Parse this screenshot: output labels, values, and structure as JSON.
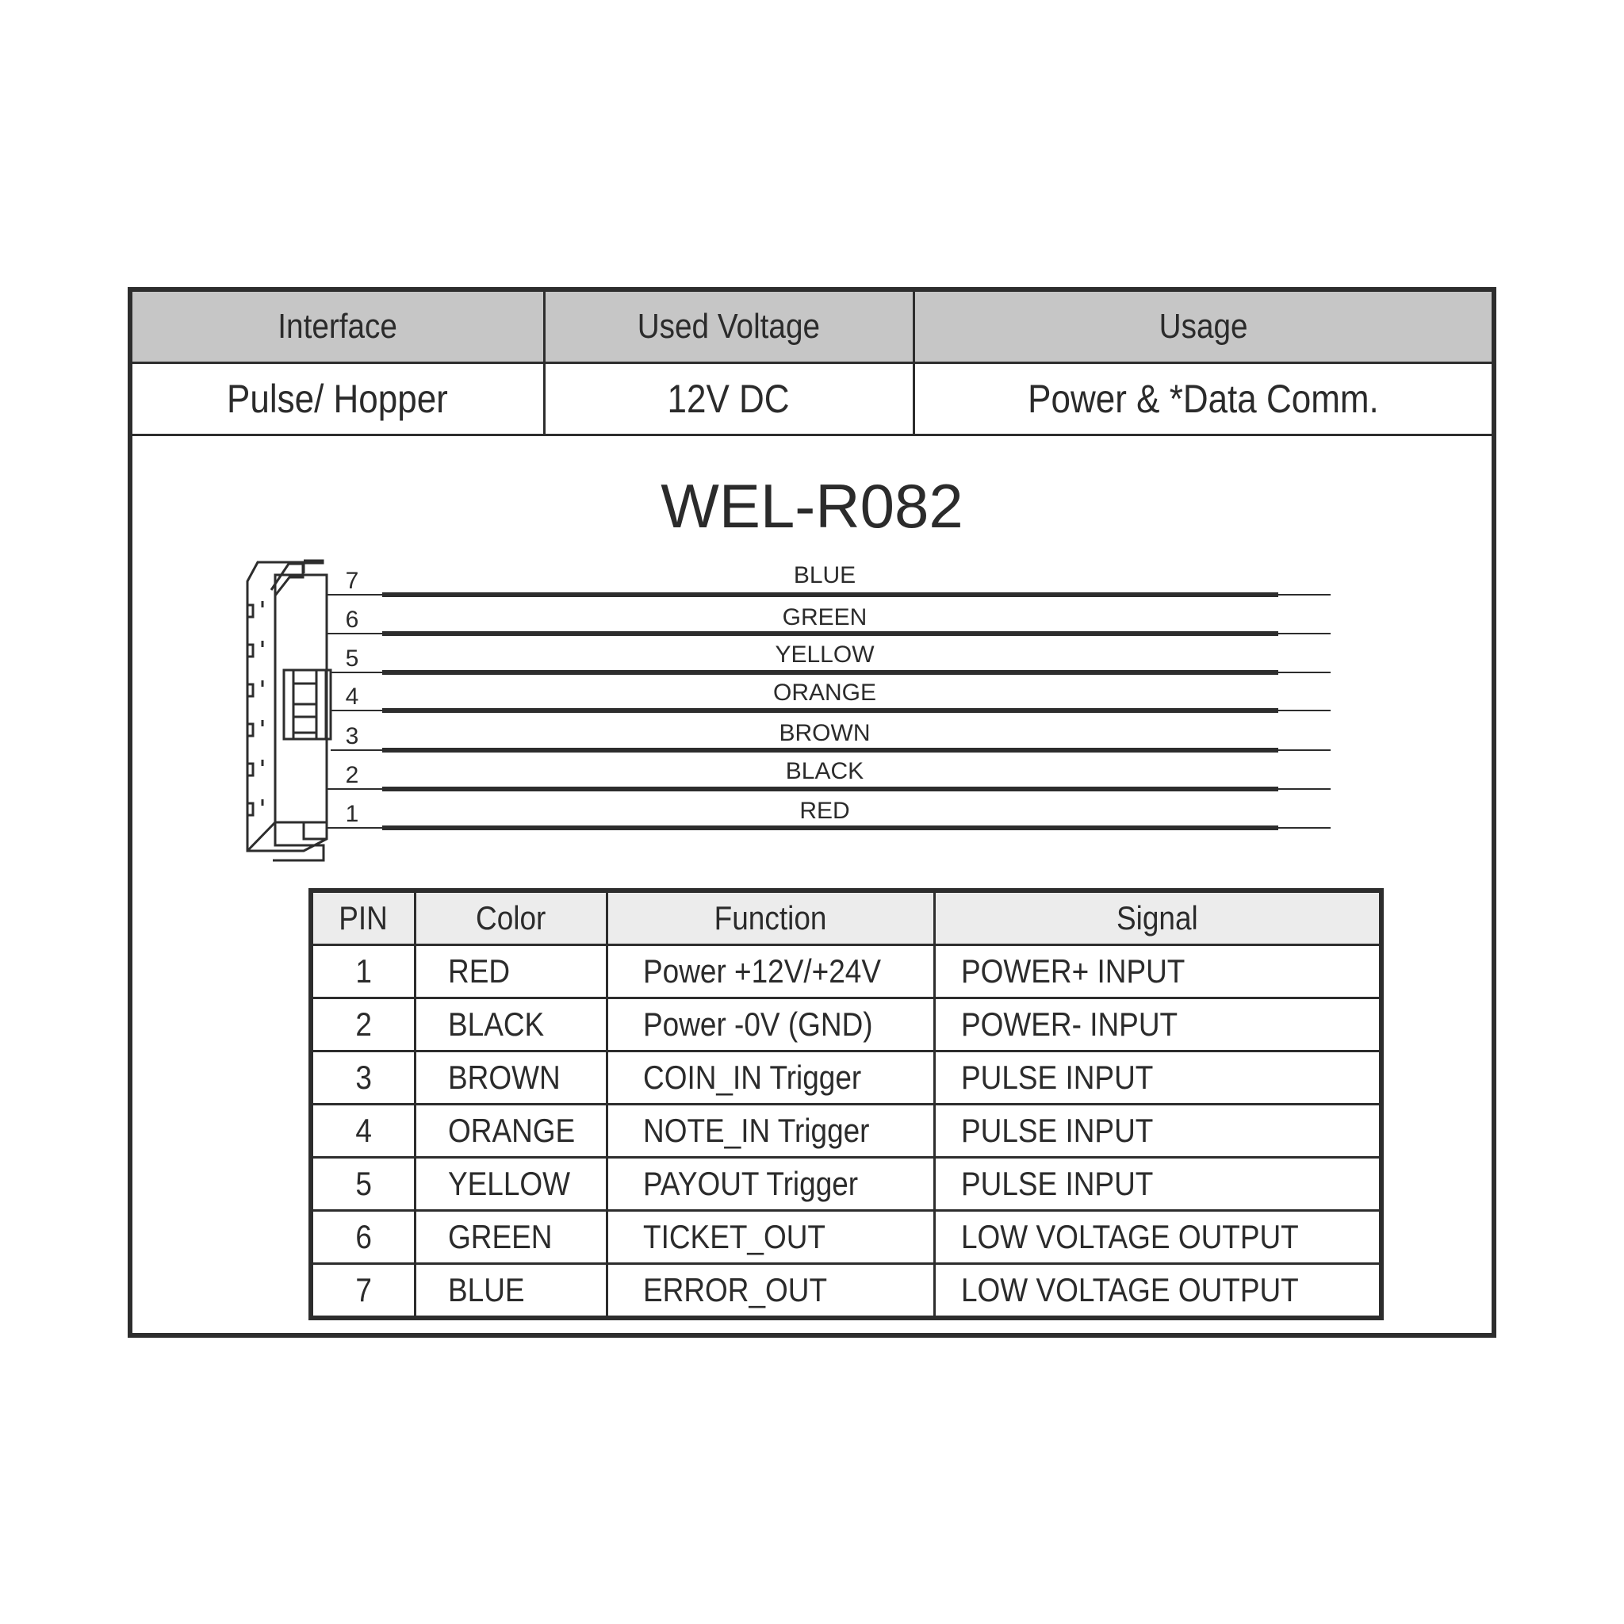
{
  "spec_table": {
    "headers": [
      "Interface",
      "Used Voltage",
      "Usage"
    ],
    "values": [
      "Pulse/ Hopper",
      "12V DC",
      "Power & *Data Comm."
    ]
  },
  "title": "WEL-R082",
  "connector": {
    "wires": [
      {
        "pin": "7",
        "label": "BLUE"
      },
      {
        "pin": "6",
        "label": "GREEN"
      },
      {
        "pin": "5",
        "label": "YELLOW"
      },
      {
        "pin": "4",
        "label": "ORANGE"
      },
      {
        "pin": "3",
        "label": "BROWN"
      },
      {
        "pin": "2",
        "label": "BLACK"
      },
      {
        "pin": "1",
        "label": "RED"
      }
    ]
  },
  "pin_table": {
    "headers": [
      "PIN",
      "Color",
      "Function",
      "Signal"
    ],
    "rows": [
      {
        "pin": "1",
        "color": "RED",
        "function": "Power +12V/+24V",
        "signal": "POWER+ INPUT"
      },
      {
        "pin": "2",
        "color": "BLACK",
        "function": "Power -0V (GND)",
        "signal": "POWER- INPUT"
      },
      {
        "pin": "3",
        "color": "BROWN",
        "function": "COIN_IN Trigger",
        "signal": "PULSE INPUT"
      },
      {
        "pin": "4",
        "color": "ORANGE",
        "function": "NOTE_IN Trigger",
        "signal": "PULSE INPUT"
      },
      {
        "pin": "5",
        "color": "YELLOW",
        "function": "PAYOUT Trigger",
        "signal": "PULSE INPUT"
      },
      {
        "pin": "6",
        "color": "GREEN",
        "function": "TICKET_OUT",
        "signal": "LOW VOLTAGE OUTPUT"
      },
      {
        "pin": "7",
        "color": "BLUE",
        "function": "ERROR_OUT",
        "signal": "LOW VOLTAGE OUTPUT"
      }
    ]
  },
  "colors": {
    "line": "#2d2d2d",
    "spec_header_bg": "#c6c6c6",
    "pin_header_bg": "#ececec",
    "text": "#2b2b2b"
  }
}
